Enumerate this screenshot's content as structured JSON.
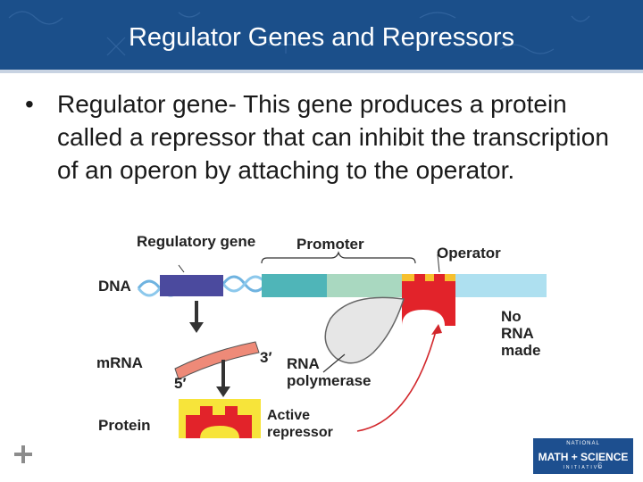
{
  "slide": {
    "title": "Regulator Genes and Repressors",
    "bullet_text": "Regulator gene- This gene produces a protein called a repressor that can inhibit the transcription of an operon by attaching to the operator."
  },
  "diagram": {
    "labels": {
      "regulatory_gene": "Regulatory gene",
      "promoter": "Promoter",
      "operator": "Operator",
      "dna": "DNA",
      "mrna": "mRNA",
      "three_prime": "3′",
      "five_prime": "5′",
      "protein": "Protein",
      "rna_polymerase": "RNA polymerase",
      "active_repressor": "Active repressor",
      "no_rna_made": "No RNA made"
    },
    "colors": {
      "regulatory_gene": "#4b4a9e",
      "promoter_left": "#4fb5b8",
      "promoter_right": "#a9d8c0",
      "operator": "#f7c02e",
      "downstream": "#aee0f0",
      "repressor": "#e2232a",
      "mrna": "#ee8a78",
      "polymerase": "#e6e6e6"
    }
  },
  "footer": {
    "logo_top": "NATIONAL",
    "logo_main": "MATH + SCIENCE",
    "logo_bottom": "INITIATIVE",
    "page_number": "6"
  }
}
